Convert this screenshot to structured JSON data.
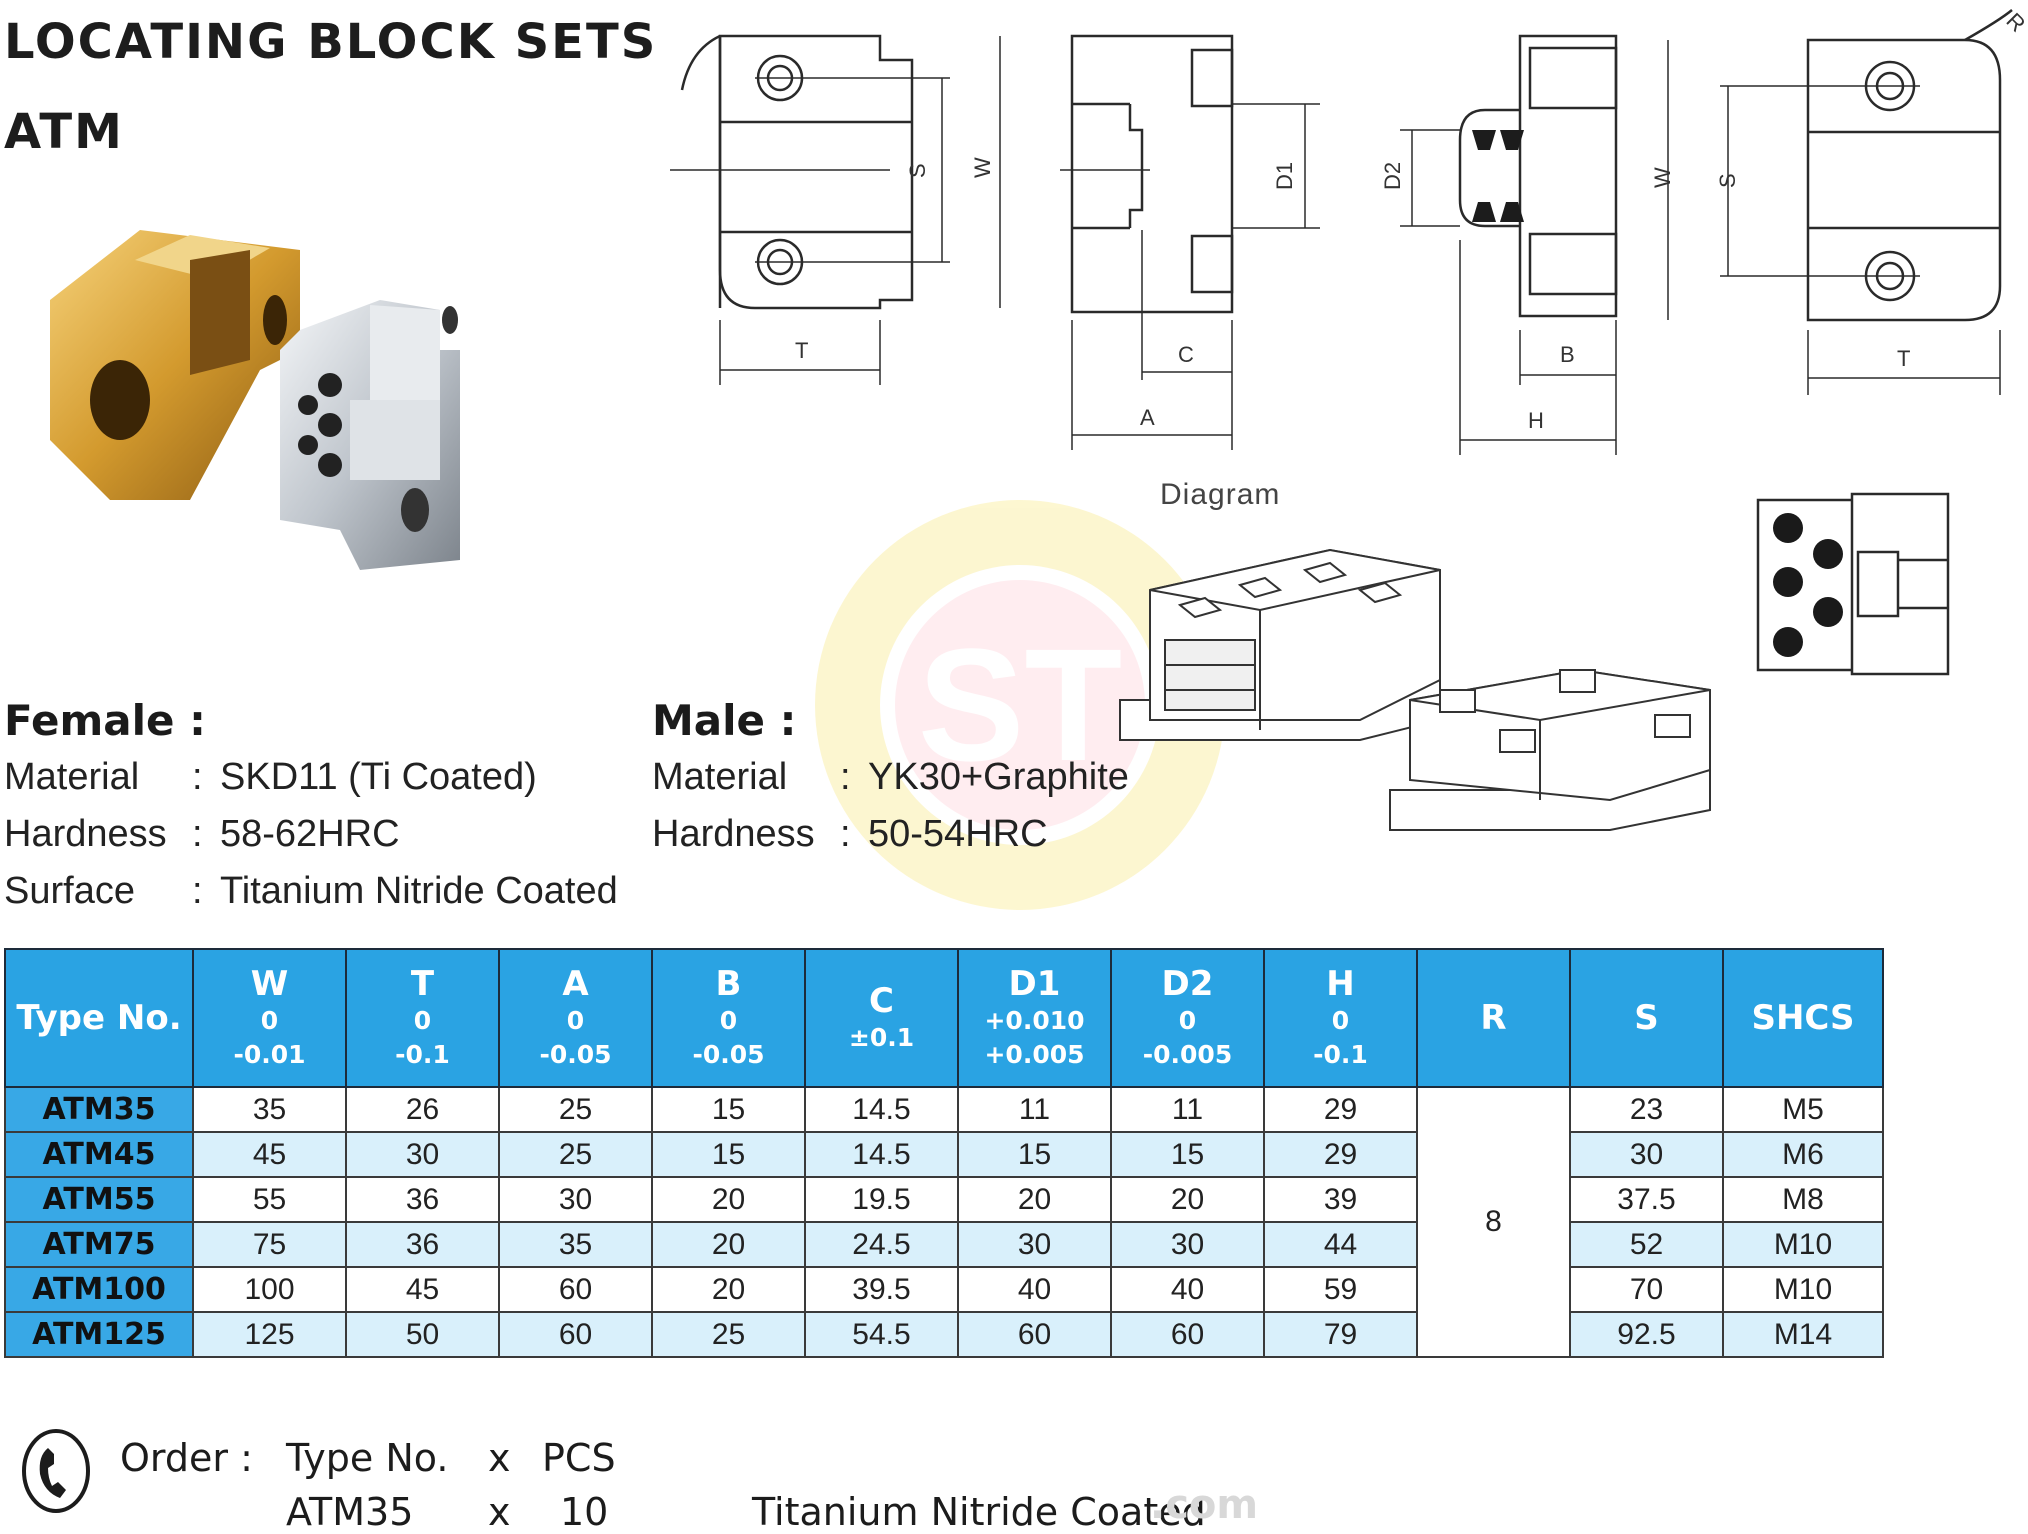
{
  "header": {
    "title": "LOCATING  BLOCK  SETS",
    "subtitle": "ATM"
  },
  "diagram_label": "Diagram",
  "dimension_labels": {
    "s": "S",
    "w": "W",
    "t": "T",
    "a": "A",
    "c": "C",
    "b": "B",
    "h": "H",
    "d1": "D1",
    "d2": "D2",
    "r": "R"
  },
  "female": {
    "heading": "Female :",
    "rows": [
      {
        "label": "Material",
        "value": "SKD11 (Ti Coated)"
      },
      {
        "label": "Hardness",
        "value": "58-62HRC"
      },
      {
        "label": "Surface",
        "value": "Titanium Nitride Coated"
      }
    ]
  },
  "male": {
    "heading": "Male :",
    "rows": [
      {
        "label": "Material",
        "value": "YK30+Graphite"
      },
      {
        "label": "Hardness",
        "value": "50-54HRC"
      }
    ]
  },
  "table": {
    "type_header": "Type  No.",
    "columns": [
      {
        "name": "W",
        "tol1": "0",
        "tol2": "-0.01"
      },
      {
        "name": "T",
        "tol1": "0",
        "tol2": "-0.1"
      },
      {
        "name": "A",
        "tol1": "0",
        "tol2": "-0.05"
      },
      {
        "name": "B",
        "tol1": "0",
        "tol2": "-0.05"
      },
      {
        "name": "C",
        "tol1": "±0.1",
        "tol2": ""
      },
      {
        "name": "D1",
        "tol1": "+0.010",
        "tol2": "+0.005"
      },
      {
        "name": "D2",
        "tol1": "0",
        "tol2": "-0.005"
      },
      {
        "name": "H",
        "tol1": "0",
        "tol2": "-0.1"
      },
      {
        "name": "R",
        "tol1": "",
        "tol2": ""
      },
      {
        "name": "S",
        "tol1": "",
        "tol2": ""
      },
      {
        "name": "SHCS",
        "tol1": "",
        "tol2": ""
      }
    ],
    "r_value": "8",
    "rows": [
      {
        "type": "ATM35",
        "W": "35",
        "T": "26",
        "A": "25",
        "B": "15",
        "C": "14.5",
        "D1": "11",
        "D2": "11",
        "H": "29",
        "S": "23",
        "SHCS": "M5"
      },
      {
        "type": "ATM45",
        "W": "45",
        "T": "30",
        "A": "25",
        "B": "15",
        "C": "14.5",
        "D1": "15",
        "D2": "15",
        "H": "29",
        "S": "30",
        "SHCS": "M6"
      },
      {
        "type": "ATM55",
        "W": "55",
        "T": "36",
        "A": "30",
        "B": "20",
        "C": "19.5",
        "D1": "20",
        "D2": "20",
        "H": "39",
        "S": "37.5",
        "SHCS": "M8"
      },
      {
        "type": "ATM75",
        "W": "75",
        "T": "36",
        "A": "35",
        "B": "20",
        "C": "24.5",
        "D1": "30",
        "D2": "30",
        "H": "44",
        "S": "52",
        "SHCS": "M10"
      },
      {
        "type": "ATM100",
        "W": "100",
        "T": "45",
        "A": "60",
        "B": "20",
        "C": "39.5",
        "D1": "40",
        "D2": "40",
        "H": "59",
        "S": "70",
        "SHCS": "M10"
      },
      {
        "type": "ATM125",
        "W": "125",
        "T": "50",
        "A": "60",
        "B": "25",
        "C": "54.5",
        "D1": "60",
        "D2": "60",
        "H": "79",
        "S": "92.5",
        "SHCS": "M14"
      }
    ]
  },
  "order": {
    "label": "Order :",
    "type_label": "Type No.",
    "x1": "x",
    "pcs_label": "PCS",
    "example_type": "ATM35",
    "x2": "x",
    "example_qty": "10",
    "example_note": "Titanium  Nitride  Coated"
  },
  "watermark": {
    "url_text": ".com",
    "logo_text": "ST"
  },
  "colors": {
    "header_blue": "#2aa3e3",
    "row_alt": "#d9f0fb",
    "gold": "#d9a441",
    "chrome": "#cfd3d8"
  }
}
